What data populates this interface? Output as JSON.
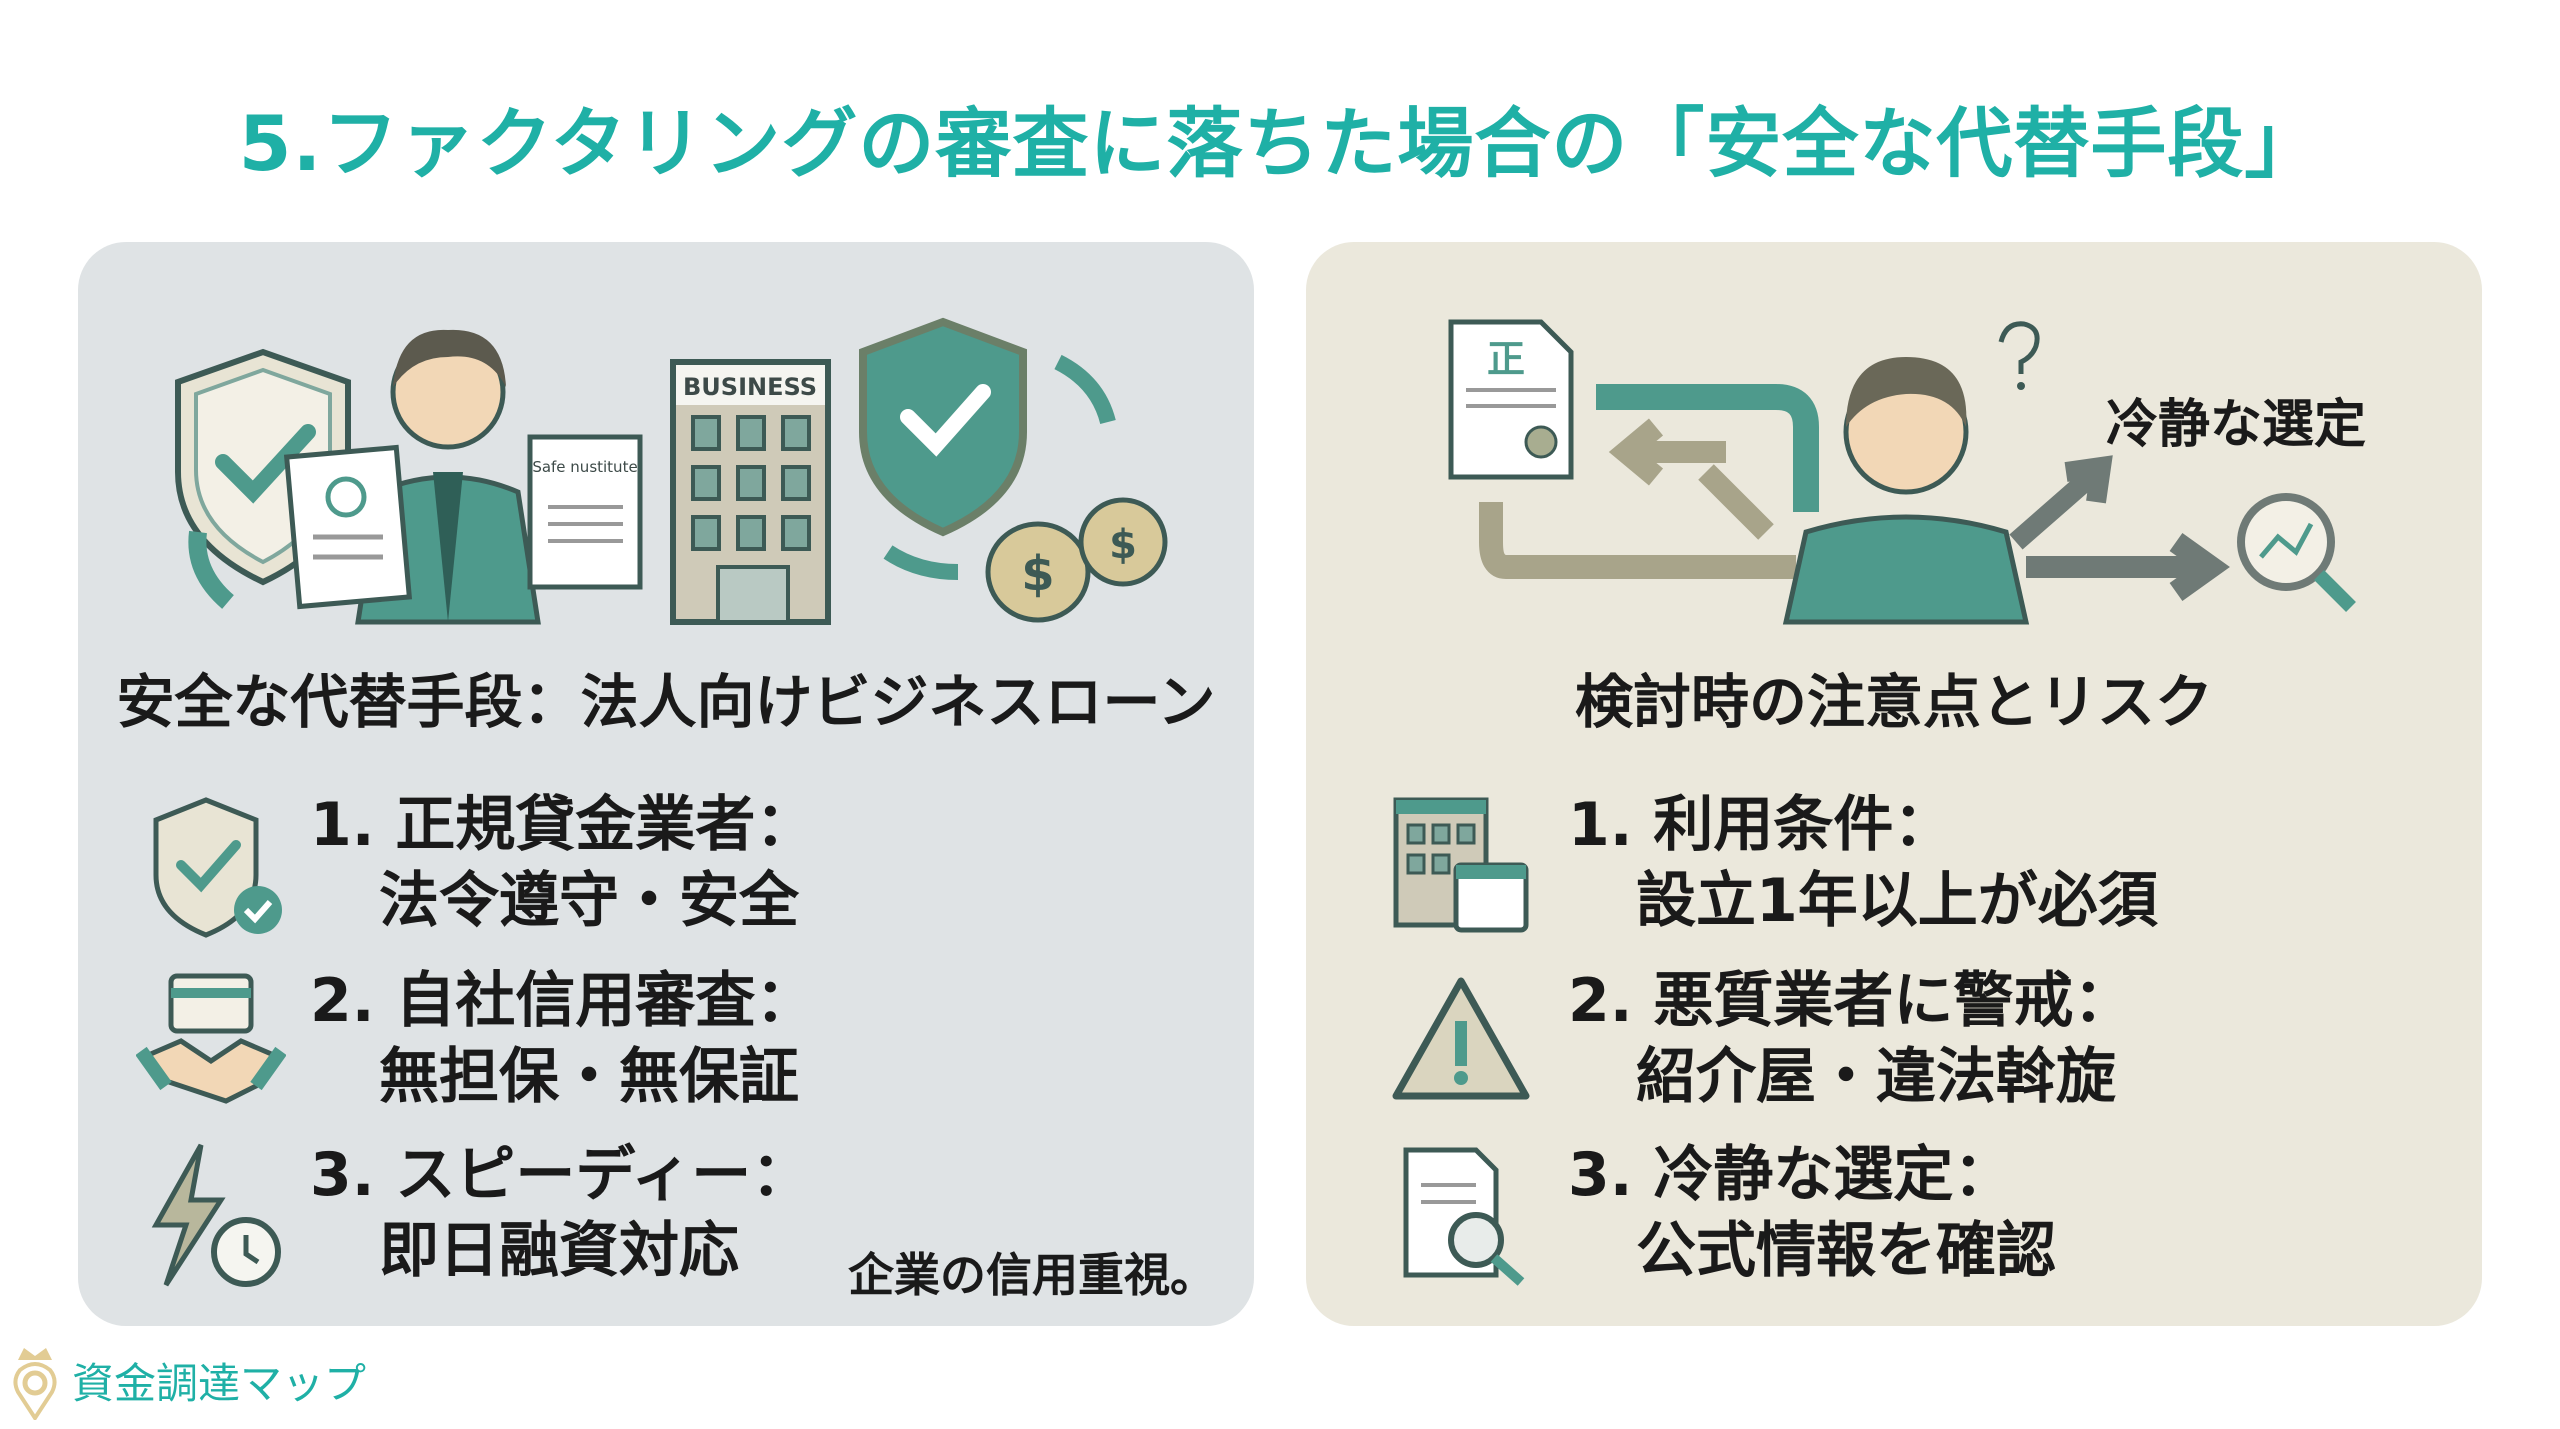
{
  "title": "5.ファクタリングの審査に落ちた場合の「安全な代替手段」",
  "left_panel": {
    "illustration": {
      "document_text": "Safe nustitute",
      "building_sign": "BUSINESS"
    },
    "heading": "安全な代替手段：法人向けビジネスローン",
    "items": [
      {
        "icon": "shield-check-icon",
        "line1": "1. 正規貸金業者：",
        "line2": "法令遵守・安全"
      },
      {
        "icon": "card-handshake-icon",
        "line1": "2. 自社信用審査：",
        "line2": "無担保・無保証"
      },
      {
        "icon": "lightning-clock-icon",
        "line1": "3. スピーディー：",
        "line2": "即日融資対応"
      }
    ],
    "note": "企業の信用重視。"
  },
  "right_panel": {
    "illustration": {
      "document_mark": "正",
      "label": "冷静な選定"
    },
    "heading": "検討時の注意点とリスク",
    "items": [
      {
        "icon": "building-calendar-icon",
        "line1": "1. 利用条件：",
        "line2": "設立1年以上が必須"
      },
      {
        "icon": "warning-icon",
        "line1": "2. 悪質業者に警戒：",
        "line2": "紹介屋・違法斡旋"
      },
      {
        "icon": "document-search-icon",
        "line1": "3. 冷静な選定：",
        "line2": "公式情報を確認"
      }
    ]
  },
  "logo": {
    "text": "資金調達マップ"
  },
  "colors": {
    "accent": "#1fb0a6",
    "teal": "#4e9a8c",
    "left_bg": "#dfe3e5",
    "right_bg": "#ebe8dc",
    "gold": "#e2cc94"
  }
}
